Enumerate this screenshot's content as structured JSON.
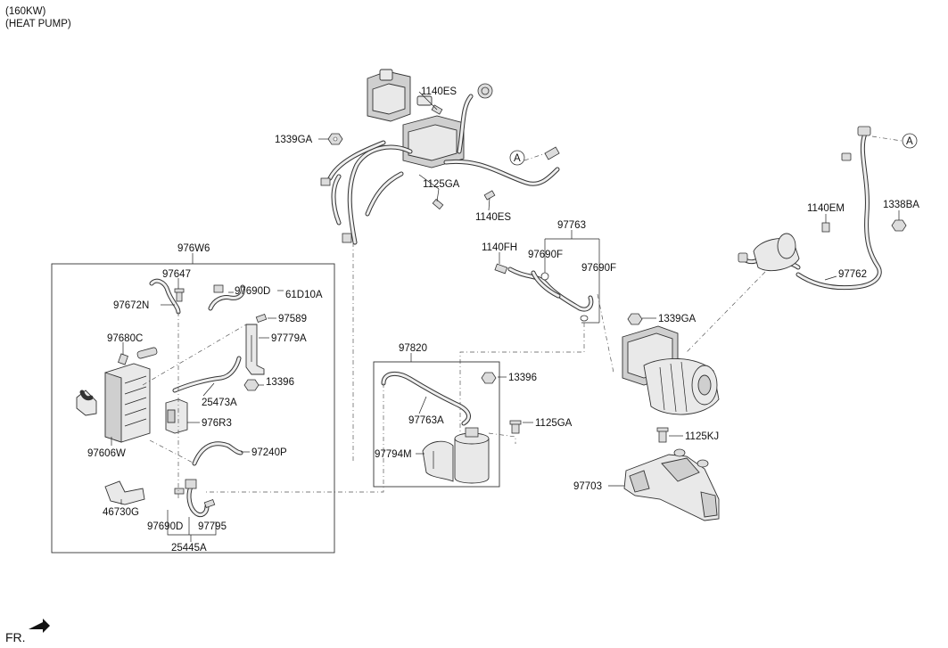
{
  "header": {
    "line1": "(160KW)",
    "line2": "(HEAT PUMP)"
  },
  "footer": {
    "front_label": "FR."
  },
  "connector": {
    "ref": "A"
  },
  "labels": {
    "p1140ES_top": "1140ES",
    "p1339GA_top": "1339GA",
    "p1125GA_top": "1125GA",
    "p1140ES_mid": "1140ES",
    "p97763": "97763",
    "p1140FH": "1140FH",
    "p97690F_a": "97690F",
    "p97690F_b": "97690F",
    "p1140EM": "1140EM",
    "p1338BA": "1338BA",
    "p97762": "97762",
    "p976W6": "976W6",
    "p97647": "97647",
    "p97690D_top": "97690D",
    "p61D10A": "61D10A",
    "p97672N": "97672N",
    "p97589": "97589",
    "p97680C": "97680C",
    "p97779A": "97779A",
    "p13396_left": "13396",
    "p25473A": "25473A",
    "p976R3": "976R3",
    "p97606W": "97606W",
    "p97240P": "97240P",
    "p46730G": "46730G",
    "p97690D_bot": "97690D",
    "p97795": "97795",
    "p25445A": "25445A",
    "p97820": "97820",
    "p13396_mid": "13396",
    "p97763A": "97763A",
    "p1125GA_mid": "1125GA",
    "p97794M": "97794M",
    "p1339GA_right": "1339GA",
    "p1125KJ": "1125KJ",
    "p97703": "97703"
  }
}
